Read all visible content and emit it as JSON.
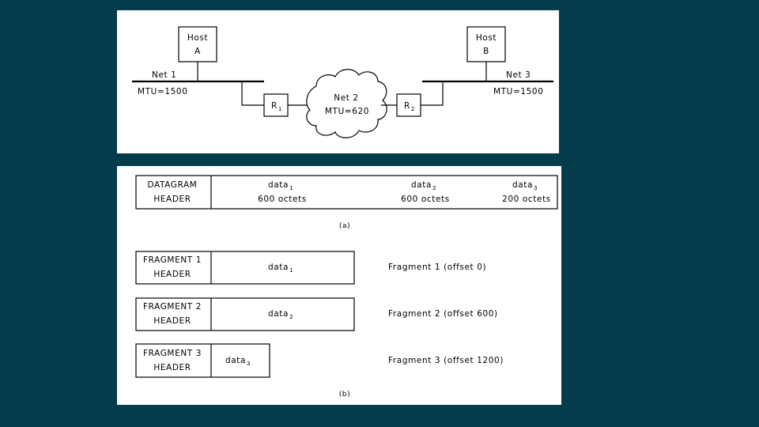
{
  "network": {
    "host_a": {
      "line1": "Host",
      "line2": "A"
    },
    "host_b": {
      "line1": "Host",
      "line2": "B"
    },
    "net1": {
      "label": "Net 1",
      "mtu": "MTU=1500"
    },
    "net2": {
      "label": "Net 2",
      "mtu": "MTU=620"
    },
    "net3": {
      "label": "Net 3",
      "mtu": "MTU=1500"
    },
    "router1": {
      "letter": "R",
      "sub": "1"
    },
    "router2": {
      "letter": "R",
      "sub": "2"
    }
  },
  "datagram": {
    "header_line1": "DATAGRAM",
    "header_line2": "HEADER",
    "segments": [
      {
        "name": "data",
        "sub": "1",
        "size": "600 octets"
      },
      {
        "name": "data",
        "sub": "2",
        "size": "600 octets"
      },
      {
        "name": "data",
        "sub": "3",
        "size": "200 octets"
      }
    ],
    "caption": "(a)"
  },
  "fragments": [
    {
      "header_line1": "FRAGMENT 1",
      "header_line2": "HEADER",
      "data_name": "data",
      "data_sub": "1",
      "label": "Fragment 1 (offset 0)"
    },
    {
      "header_line1": "FRAGMENT 2",
      "header_line2": "HEADER",
      "data_name": "data",
      "data_sub": "2",
      "label": "Fragment 2 (offset 600)"
    },
    {
      "header_line1": "FRAGMENT 3",
      "header_line2": "HEADER",
      "data_name": "data",
      "data_sub": "3",
      "label": "Fragment 3 (offset 1200)"
    }
  ],
  "fragments_caption": "(b)"
}
